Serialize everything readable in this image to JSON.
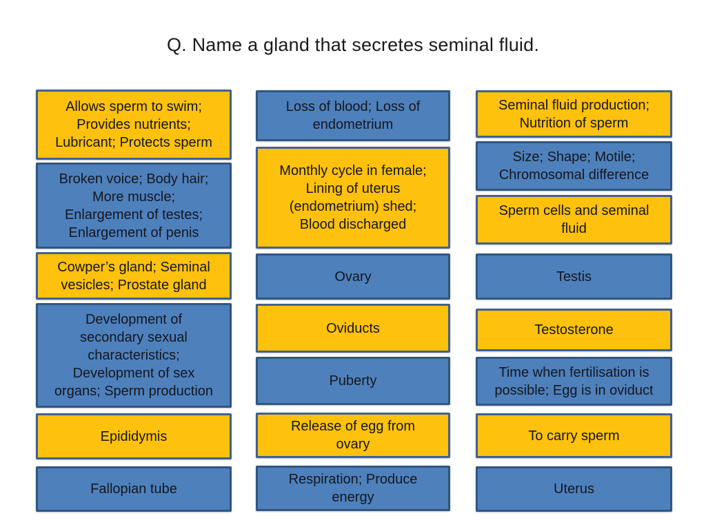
{
  "slide": {
    "title": "Q. Name a gland that secretes seminal fluid."
  },
  "colors": {
    "background": "#FFFFFF",
    "gold": "#FEC10D",
    "blue": "#4E80BC",
    "gold_border": "#41618E",
    "blue_border": "#2F5680",
    "text": "#15171E",
    "title_text": "#1A1A1A"
  },
  "columns": [
    {
      "boxes": [
        {
          "text": "Allows sperm to swim;\nProvides nutrients;\nLubricant; Protects sperm",
          "color": "gold"
        },
        {
          "text": "Broken voice; Body hair;\nMore muscle;\nEnlargement of testes;\nEnlargement of penis",
          "color": "blue"
        },
        {
          "text": "Cowper’s gland; Seminal\nvesicles; Prostate gland",
          "color": "gold"
        },
        {
          "text": "Development of\nsecondary sexual\ncharacteristics;\nDevelopment of sex\norgans; Sperm production",
          "color": "blue"
        },
        {
          "text": "Epididymis",
          "color": "gold"
        },
        {
          "text": "Fallopian tube",
          "color": "blue"
        }
      ]
    },
    {
      "boxes": [
        {
          "text": "Loss of blood; Loss of\nendometrium",
          "color": "blue"
        },
        {
          "text": "Monthly cycle in female;\nLining of uterus\n(endometrium) shed;\nBlood discharged",
          "color": "gold"
        },
        {
          "text": "Ovary",
          "color": "blue"
        },
        {
          "text": "Oviducts",
          "color": "gold"
        },
        {
          "text": "Puberty",
          "color": "blue"
        },
        {
          "text": "Release of egg from\novary",
          "color": "gold"
        },
        {
          "text": "Respiration; Produce\nenergy",
          "color": "blue"
        }
      ]
    },
    {
      "boxes": [
        {
          "text": "Seminal fluid production;\nNutrition of sperm",
          "color": "gold"
        },
        {
          "text": "Size; Shape; Motile;\nChromosomal difference",
          "color": "blue"
        },
        {
          "text": "Sperm cells and seminal\nfluid",
          "color": "gold"
        },
        {
          "text": "Testis",
          "color": "blue"
        },
        {
          "text": "Testosterone",
          "color": "gold"
        },
        {
          "text": "Time when fertilisation is\npossible; Egg is in oviduct",
          "color": "blue"
        },
        {
          "text": "To carry sperm",
          "color": "gold"
        },
        {
          "text": "Uterus",
          "color": "blue"
        }
      ]
    }
  ]
}
